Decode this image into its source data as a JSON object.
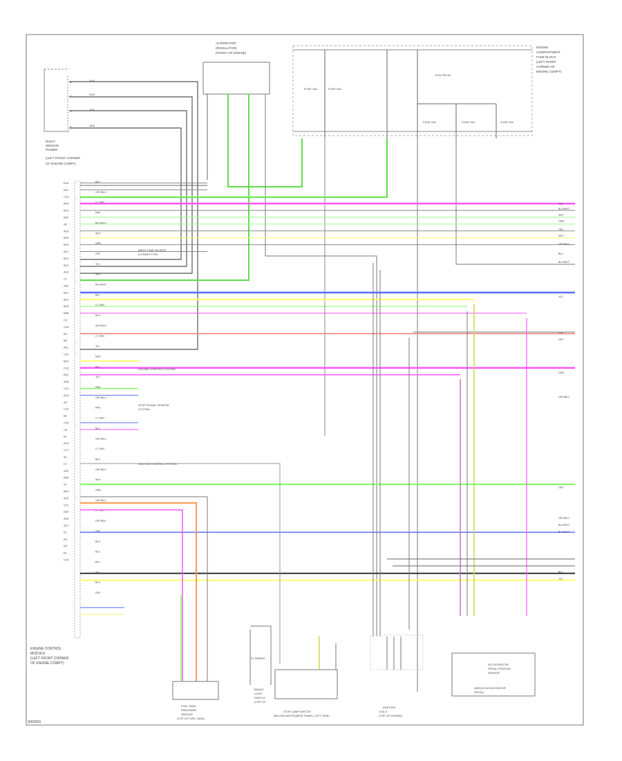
{
  "diagram": {
    "diagram_code": "WD0001",
    "main_module": {
      "label": [
        "ENGINE CONTROL",
        "MODULE",
        "(LEFT FRONT CORNER",
        "OF ENGINE COMPT)"
      ]
    },
    "top_left_relay": {
      "label": [
        "RIGHT",
        "SENSOR",
        "POWER",
        "(LEFT FRONT CORNER",
        "OF ENGINE COMPT)"
      ],
      "terminals": [
        "B",
        "C",
        "D",
        "E"
      ],
      "wire_colors": [
        "BLK",
        "BLK",
        "BLK",
        "BLK"
      ]
    },
    "top_center_connector": {
      "label": [
        "ALTERNATOR",
        "(REGULATOR)",
        "(FRONT OF ENGINE)"
      ]
    },
    "top_right_box": {
      "label": [
        "ENGINE",
        "COMPARTMENT",
        "FUSE BLOCK",
        "(LEFT FRONT",
        "CORNER OF",
        "ENGINE COMPT)"
      ],
      "fuses": [
        "FUSE 15A",
        "FUSE 20A",
        "FUSE 15A",
        "FUSE 15A",
        "FUSE 10A"
      ],
      "relay_label": "ECM RELAY"
    },
    "bottom_components": [
      {
        "id": "fuel-pump-sensor",
        "label": [
          "FUEL TANK",
          "PRESSURE",
          "SENSOR",
          "(TOP OF FUEL TANK)"
        ]
      },
      {
        "id": "brake-sw-a",
        "label": [
          "BRAKE",
          "LIGHT",
          "SWITCH",
          "(TOP OF",
          "PEDAL)"
        ]
      },
      {
        "id": "stop-lamp-switch",
        "label": [
          "STOP LAMP SWITCH",
          "(BELOW INSTRUMENT PANEL, LEFT SIDE)"
        ]
      },
      {
        "id": "ignition-coils",
        "label": [
          "IGNITION",
          "COILS",
          "(TOP OF ENGINE)"
        ]
      },
      {
        "id": "accel-sensor",
        "label": [
          "ACCELERATOR",
          "PEDAL POSITION",
          "SENSOR",
          "(ABOVE ACCELERATOR",
          "PEDAL)"
        ]
      }
    ],
    "connector_label": "TO WIRING",
    "pin_labels": [
      "E44",
      "B11",
      "C19",
      "B44",
      "B23",
      "B32",
      "A3",
      "A16",
      "B25",
      "B29",
      "A21",
      "B19",
      "B13",
      "A16",
      "C1",
      "A32",
      "B21",
      "A10",
      "B20",
      "B38",
      "C3",
      "C18",
      "B4",
      "B8",
      "A11",
      "C22",
      "B15",
      "C16",
      "B31",
      "A28",
      "C12",
      "A23",
      "A9",
      "C10",
      "B3",
      "C25",
      "C6",
      "B7",
      "A15",
      "C17",
      "A1",
      "C7",
      "A20",
      "B36",
      "A7",
      "B24",
      "A25",
      "C21",
      "A30",
      "A25",
      "A12",
      "E7",
      "E6",
      "E5",
      "E1",
      "C15"
    ],
    "wire_colors_left": [
      "BLK",
      "GRY/BLU",
      "LT GRN",
      "PNK",
      "BLU/WHT",
      "WHT",
      "GRN",
      "GRY",
      "YEL",
      "WHT",
      "BLK/WHT",
      "BLK",
      "LT GRN",
      "BLU",
      "WHT/BLK",
      "LT GRN",
      "YEL",
      "RED",
      "BLK",
      "YEL",
      "PNK",
      "GRY/BLU",
      "PNK",
      "LT GRN",
      "BLU",
      "GRY/BLU",
      "LT GRN",
      "BLU",
      "GRY/BLU",
      "WHT",
      "GRN",
      "GRY/BLU",
      "LT GRN",
      "GRY/BLK",
      "GRY",
      "BLU",
      "BLU",
      "BLK",
      "YEL",
      "BLU",
      "GRY"
    ],
    "wire_colors_right": [
      "PNK",
      "BLU/WHT",
      "WHT",
      "GRN",
      "GRY",
      "WHT",
      "GRY/BLU",
      "BLU",
      "BLU/WHT",
      "YEL",
      "PNK",
      "GRY",
      "GRN",
      "GRY/BLU",
      "GRY",
      "GRY/BLU",
      "BLU/WHT",
      "BLU/WHT",
      "BLK",
      "YEL"
    ],
    "side_notes": [
      "INPUT PWR SOURCE",
      "(CONNECTOR)",
      "ENGINE CONTROL SYSTEM",
      "STOP SIGNAL SENSOR",
      "SYSTEM",
      "IGNITION CONTROL SYSTEM"
    ],
    "colors": {
      "lt_grn": "#7CFF5A",
      "pnk": "#FF55FF",
      "blu": "#5A6BFF",
      "yel": "#FFFF6A",
      "red": "#FF7A7A",
      "gry": "#888888",
      "blk": "#333333",
      "grn": "#9AFF8A",
      "org": "#FF9A50"
    }
  }
}
